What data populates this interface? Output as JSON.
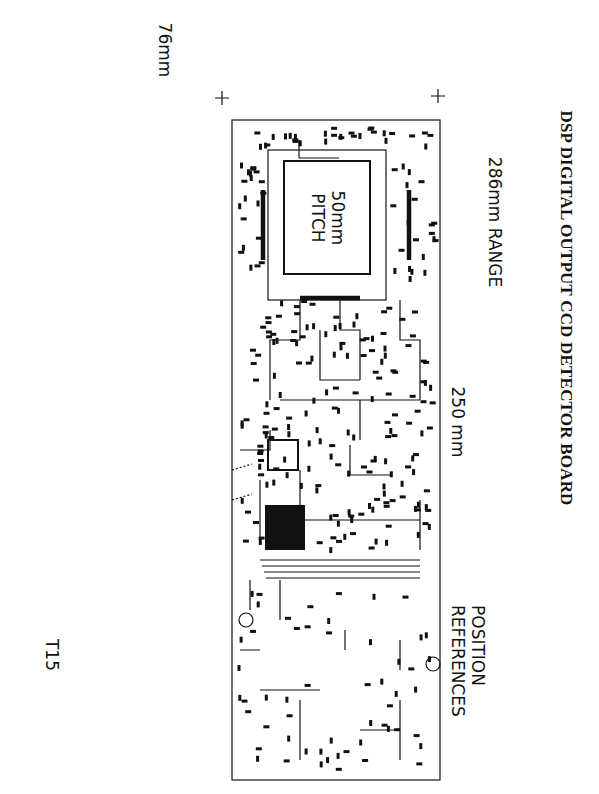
{
  "diagram": {
    "title": "DSP DIGITAL OUTPUT CCD DETECTOR BOARD",
    "nodes": [
      {
        "text": [
          "50mm PITCH"
        ]
      }
    ],
    "labels": [
      "76mm",
      "286mm RANGE",
      "250 mm",
      "POSITION REFERENCES",
      "T15"
    ]
  }
}
